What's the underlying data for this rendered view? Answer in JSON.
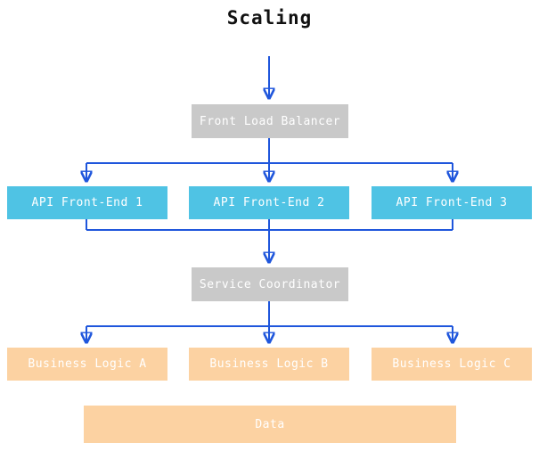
{
  "title": "Scaling",
  "colors": {
    "arrow": "#1f56dc",
    "gray_node": "#c9c9c9",
    "cyan_node": "#4fc3e4",
    "orange_node": "#fcd2a2",
    "node_text": "#ffffff",
    "title_text": "#111111"
  },
  "nodes": {
    "load_balancer": "Front Load Balancer",
    "api1": "API Front-End 1",
    "api2": "API Front-End 2",
    "api3": "API Front-End 3",
    "coordinator": "Service Coordinator",
    "logic_a": "Business Logic A",
    "logic_b": "Business Logic B",
    "logic_c": "Business Logic C",
    "data": "Data"
  },
  "edges": [
    {
      "from": "title",
      "to": "load_balancer"
    },
    {
      "from": "load_balancer",
      "to": "api1"
    },
    {
      "from": "load_balancer",
      "to": "api2"
    },
    {
      "from": "load_balancer",
      "to": "api3"
    },
    {
      "from": "api1",
      "to": "coordinator"
    },
    {
      "from": "api2",
      "to": "coordinator"
    },
    {
      "from": "api3",
      "to": "coordinator"
    },
    {
      "from": "coordinator",
      "to": "logic_a"
    },
    {
      "from": "coordinator",
      "to": "logic_b"
    },
    {
      "from": "coordinator",
      "to": "logic_c"
    }
  ]
}
